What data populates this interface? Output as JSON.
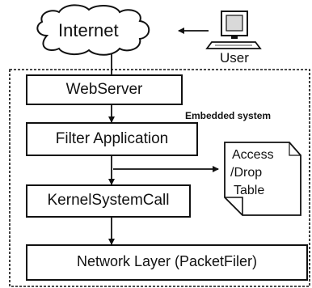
{
  "cloud": {
    "label": "Internet"
  },
  "user": {
    "label": "User",
    "icon": "computer-icon"
  },
  "system": {
    "label": "Embedded system"
  },
  "boxes": [
    {
      "id": "webserver",
      "label": "WebServer"
    },
    {
      "id": "filter",
      "label": "Filter Application"
    },
    {
      "id": "kernel",
      "label": "KernelSystemCall"
    },
    {
      "id": "network",
      "label": "Network Layer (PacketFiler)"
    }
  ],
  "table": {
    "lines": [
      "Access",
      "/Drop",
      "Table"
    ]
  },
  "colors": {
    "stroke": "#111111",
    "fill": "#ffffff",
    "screen": "#d9d9d9"
  }
}
